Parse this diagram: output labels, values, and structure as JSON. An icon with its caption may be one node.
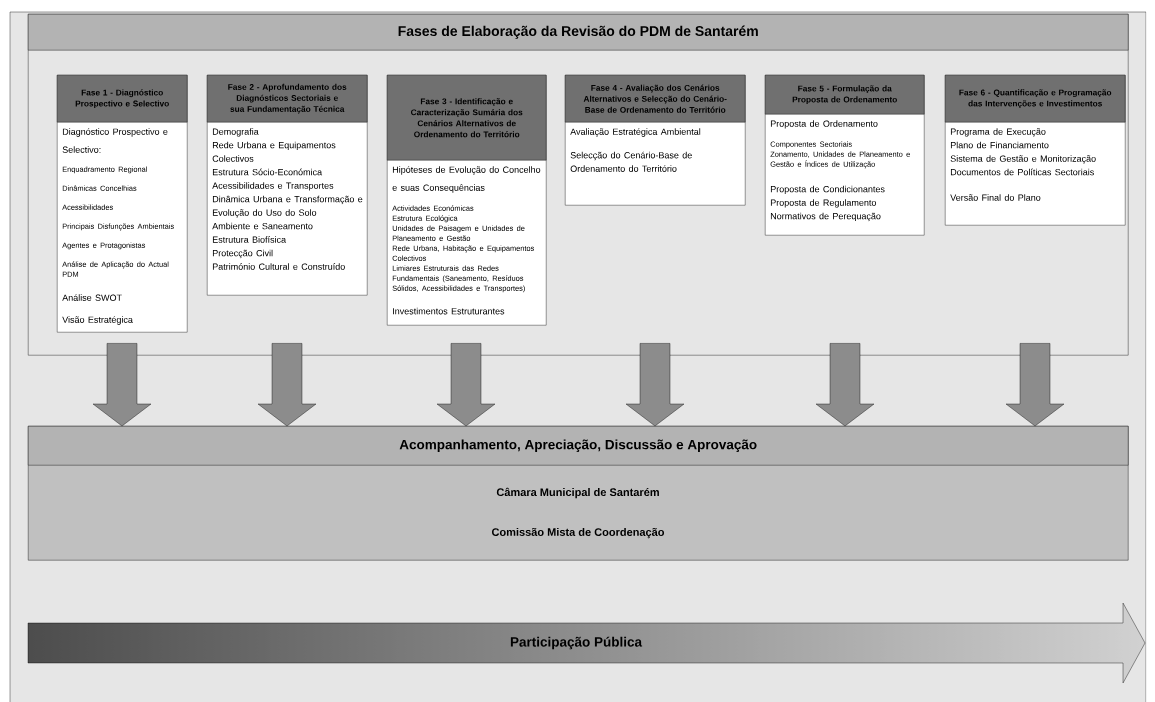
{
  "diagram": {
    "nodes": [
      {
        "text": [
          "Fases de Elaboração da Revisão do PDM de Santarém"
        ]
      },
      {
        "text": [
          "Fase 1 - Diagnóstico Prospectivo e Selectivo",
          "Diagnóstico Prospectivo e Selectivo:",
          "Enquadramento Regional",
          "Dinâmicas Concelhias",
          "Acessibilidades",
          "Principais Disfunções Ambientais",
          "Agentes e Protagonistas",
          "Análise de Aplicação do Actual PDM",
          "Análise SWOT",
          "Visão Estratégica"
        ],
        "in": 0
      },
      {
        "text": [
          "Fase 2 - Aprofundamento dos Diagnósticos Sectoriais e sua Fundamentação Técnica",
          "Demografia",
          "Rede Urbana e Equipamentos Colectivos",
          "Estrutura Sócio-Económica",
          "Acessibilidades e Transportes",
          "Dinâmica Urbana e Transformação e Evolução do Uso do Solo",
          "Ambiente e Saneamento",
          "Estrutura Biofísica",
          "Protecção Civil",
          "Património Cultural e Construído"
        ],
        "in": 0
      },
      {
        "text": [
          "Fase 3 - Identificação e Caracterização Sumária dos Cenários Alternativos de Ordenamento do Território",
          "Hipóteses de Evolução do Concelho e suas Consequências",
          "Actividades Económicas",
          "Estrutura Ecológica",
          "Unidades de Paisagem e Unidades de Planeamento e Gestão",
          "Rede Urbana, Habitação e Equipamentos Colectivos",
          "Limiares Estruturais das Redes Fundamentais (Saneamento, Resíduos Sólidos, Acessibilidades e Transportes)",
          "Investimentos Estruturantes"
        ],
        "in": 0
      },
      {
        "text": [
          "Fase 4 - Avaliação dos Cenários Alternativos e Selecção do Cenário-Base de Ordenamento do Território",
          "Avaliação Estratégica Ambiental",
          "Selecção do Cenário-Base de Ordenamento do Território"
        ],
        "in": 0
      },
      {
        "text": [
          "Fase 5 - Formulação da Proposta de Ordenamento",
          "Proposta de Ordenamento",
          "Componentes Sectoriais",
          "Zonamento, Unidades de Planeamento e Gestão e Índices de Utilização",
          "Proposta de Condicionantes",
          "Proposta de Regulamento",
          "Normativos de Perequação"
        ],
        "in": 0
      },
      {
        "text": [
          "Fase 6 - Quantificação e Programação das Intervenções e Investimentos",
          "Programa de Execução",
          "Plano de Financiamento",
          "Sistema de Gestão e Monitorização",
          "Documentos de Políticas Sectoriais",
          "Versão Final do Plano"
        ],
        "in": 0
      },
      {
        "text": [
          "Acompanhamento, Apreciação, Discussão e Aprovação",
          "Câmara Municipal de Santarém",
          "Comissão Mista de Coordenação"
        ]
      },
      {
        "text": [
          "Participação Pública"
        ]
      }
    ],
    "edges": [
      {
        "from": 0,
        "to": 7,
        "arrow": "to"
      },
      {
        "from": 0,
        "to": 7,
        "arrow": "to"
      },
      {
        "from": 0,
        "to": 7,
        "arrow": "to"
      },
      {
        "from": 0,
        "to": 7,
        "arrow": "to"
      },
      {
        "from": 0,
        "to": 7,
        "arrow": "to"
      },
      {
        "from": 0,
        "to": 7,
        "arrow": "to"
      }
    ]
  }
}
